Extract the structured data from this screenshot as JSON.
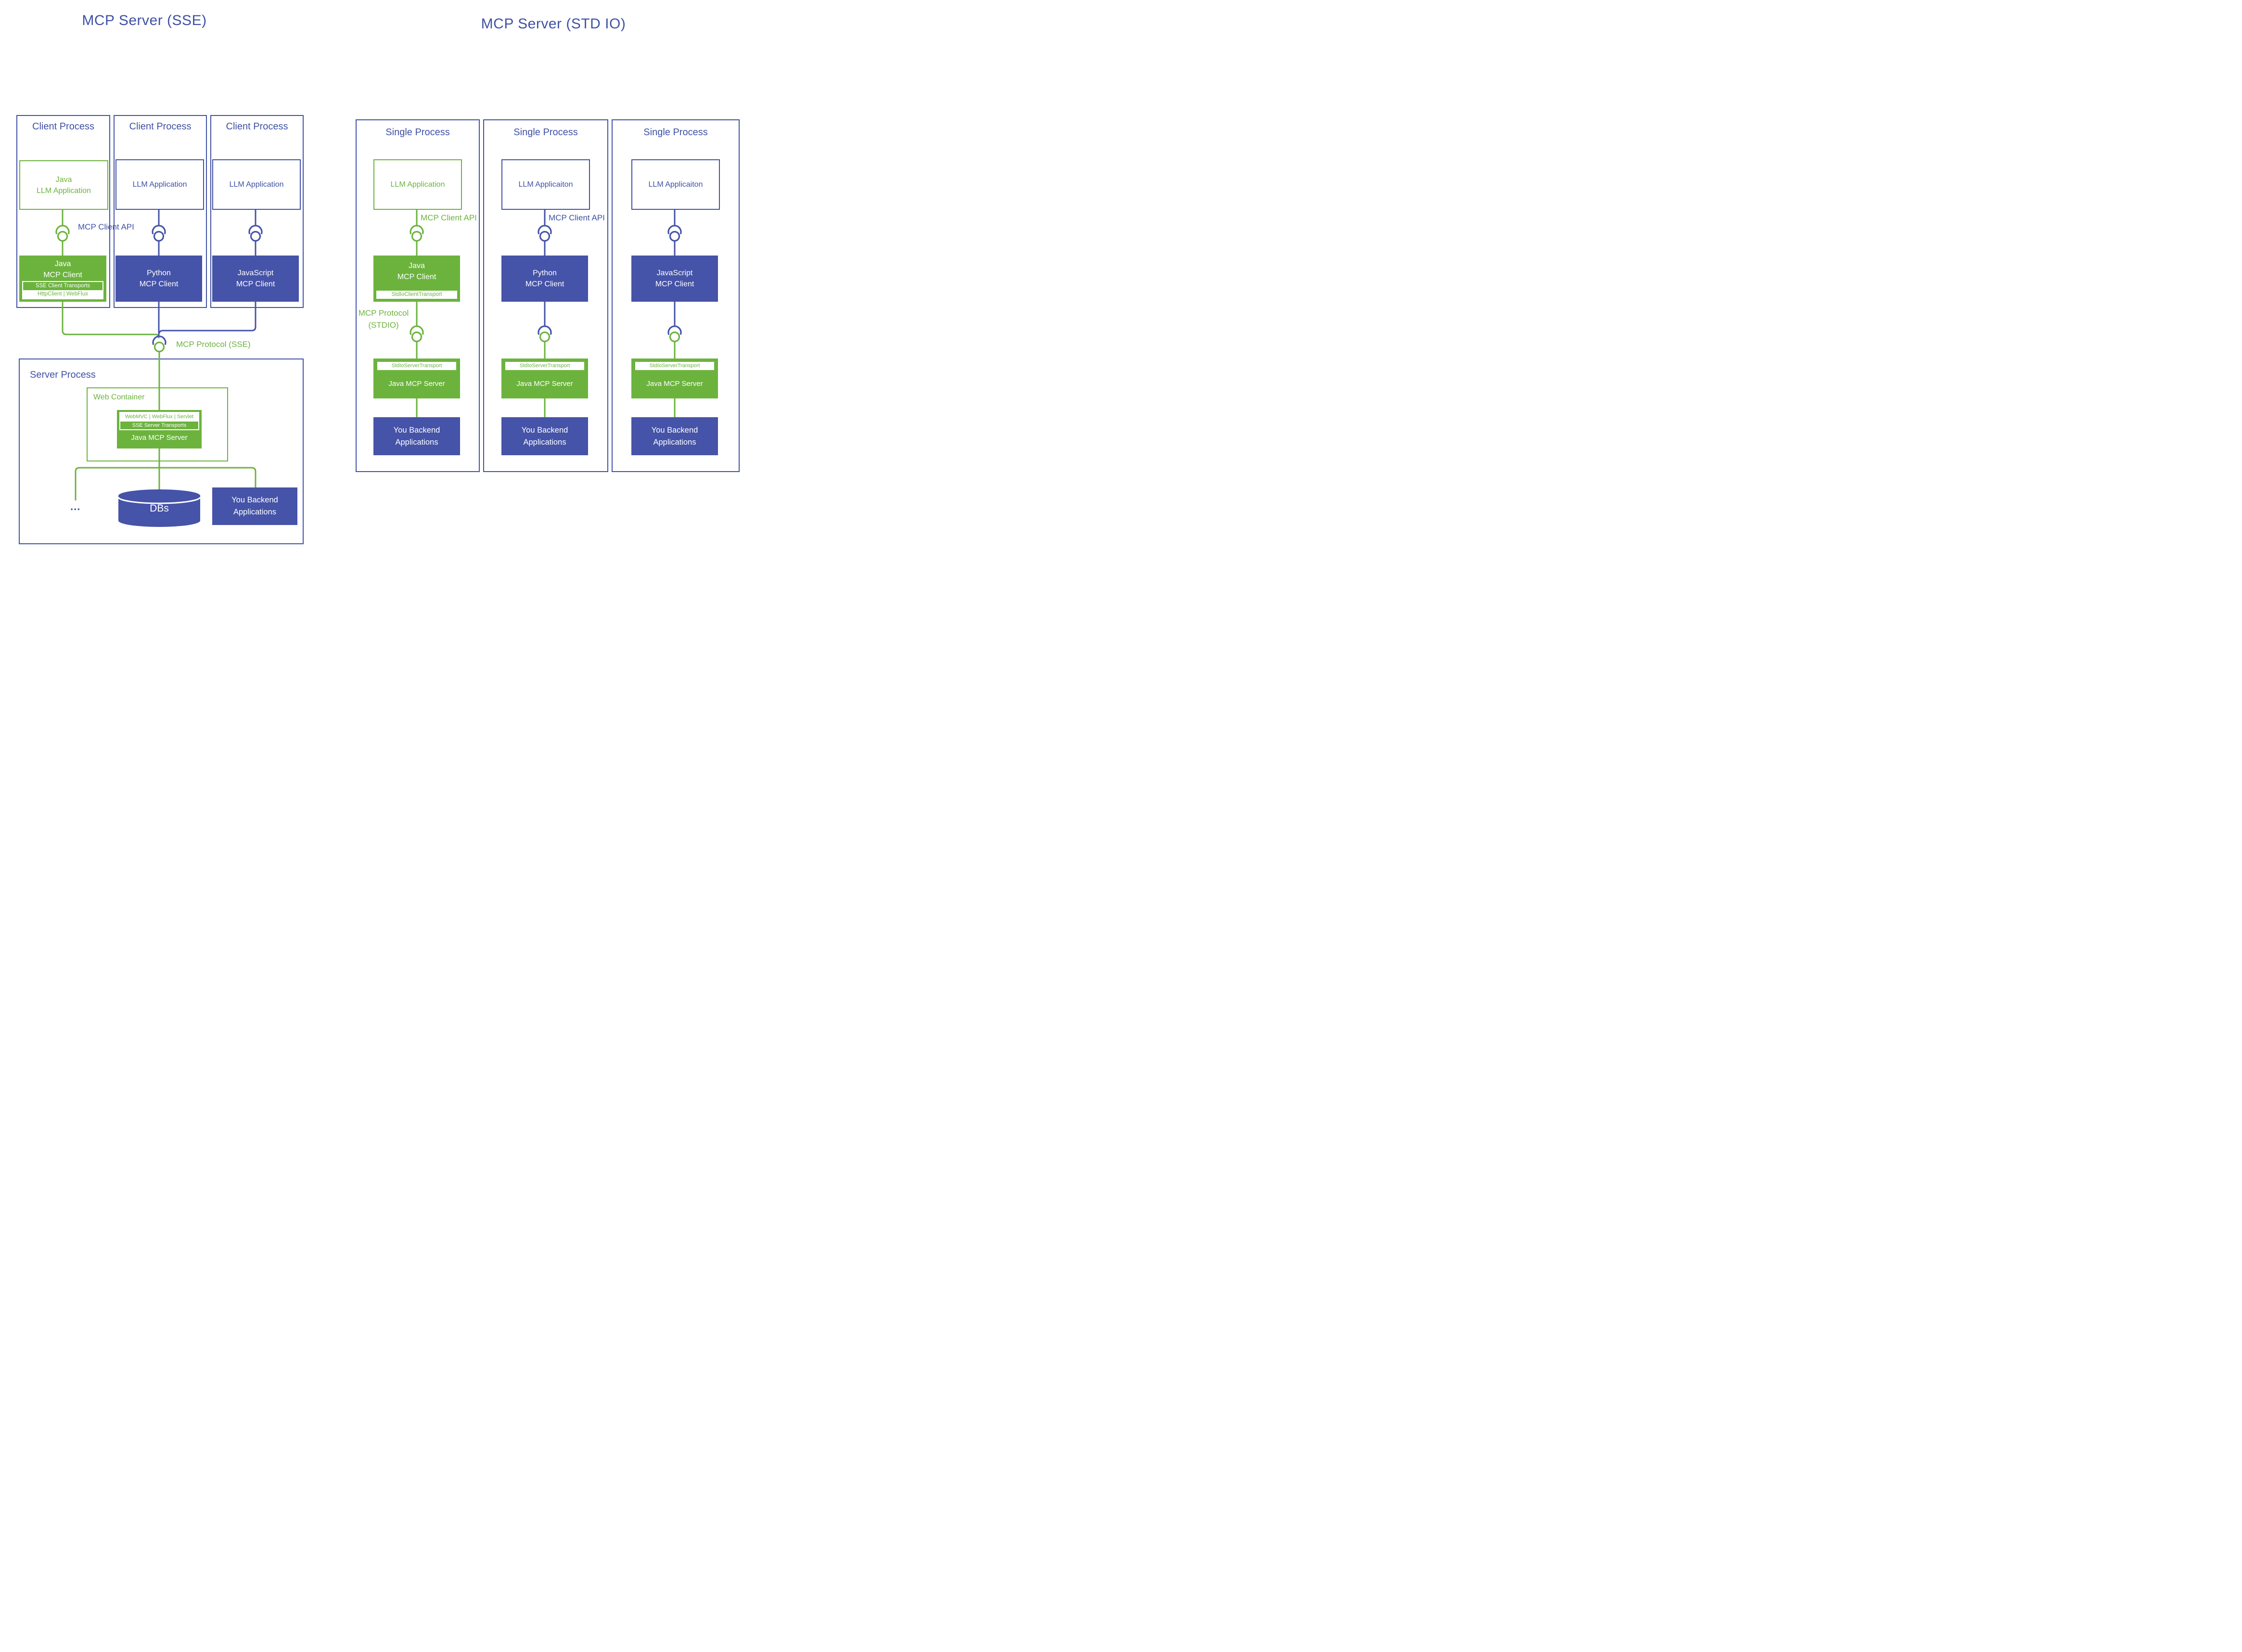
{
  "colors": {
    "green": "#6cb33e",
    "indigo_fill": "#4553a8",
    "indigo_text": "#3f51a5"
  },
  "sse": {
    "title": "MCP Server (SSE)",
    "mcp_client_api_label": "MCP Client API",
    "mcp_protocol_label": "MCP Protocol (SSE)",
    "columns": [
      {
        "process_label": "Client Process",
        "llm_lines": [
          "Java",
          "LLM Application"
        ],
        "client_lines": [
          "Java",
          "MCP Client"
        ],
        "strip_top": "SSE Client Transports",
        "strip_bottom": "HttpClient | WebFlux"
      },
      {
        "process_label": "Client Process",
        "llm_lines": [
          "LLM Application"
        ],
        "client_lines": [
          "Python",
          "MCP Client"
        ]
      },
      {
        "process_label": "Client Process",
        "llm_lines": [
          "LLM Application"
        ],
        "client_lines": [
          "JavaScript",
          "MCP Client"
        ]
      }
    ],
    "server_process": {
      "label": "Server Process",
      "web_container_label": "Web Container",
      "server_strip_top": "WebMVC | WebFlux | Servlet",
      "server_strip_bottom": "SSE Server Transports",
      "server_name": "Java MCP Server",
      "ellipsis": "...",
      "dbs_label": "DBs",
      "backend_lines": [
        "You Backend",
        "Applications"
      ]
    }
  },
  "stdio": {
    "title": "MCP Server (STD IO)",
    "protocol_lines": [
      "MCP Protocol",
      "(STDIO)"
    ],
    "columns": [
      {
        "process_label": "Single Process",
        "llm_label": "LLM Application",
        "client_api_label": "MCP Client API",
        "client_lines": [
          "Java",
          "MCP Client"
        ],
        "client_strip": "StdIoClientTransport",
        "server_strip": "StdIoServerTransport",
        "server_name": "Java MCP Server",
        "backend_lines": [
          "You Backend",
          "Applications"
        ]
      },
      {
        "process_label": "Single Process",
        "llm_label": "LLM Applicaiton",
        "client_api_label": "MCP Client API",
        "client_lines": [
          "Python",
          "MCP Client"
        ],
        "server_strip": "StdIoServerTransport",
        "server_name": "Java MCP Server",
        "backend_lines": [
          "You Backend",
          "Applications"
        ]
      },
      {
        "process_label": "Single Process",
        "llm_label": "LLM Applicaiton",
        "client_lines": [
          "JavaScript",
          "MCP Client"
        ],
        "server_strip": "StdIoServerTransport",
        "server_name": "Java MCP Server",
        "backend_lines": [
          "You Backend",
          "Applications"
        ]
      }
    ]
  }
}
